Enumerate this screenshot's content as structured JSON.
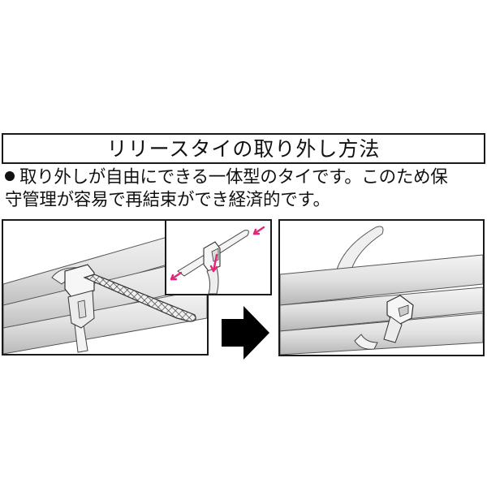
{
  "header": {
    "title": "リリースタイの取り外し方法"
  },
  "description": {
    "bullet_icon": "bullet-dot",
    "line1": "取り外しが自由にできる一体型のタイです。このため保",
    "line2": "守管理が容易で再結束ができ経済的です。"
  },
  "illustrations": {
    "before": {
      "label": "cable-tie-fastened-on-cables",
      "inset": "release-tab-pressed-detail",
      "arrow_color": "#e0287a"
    },
    "transition_icon": "right-arrow-icon",
    "after": {
      "label": "cable-tie-released-from-cables"
    }
  },
  "colors": {
    "border": "#1a1a1a",
    "accent_arrows": "#e0287a",
    "cable_light": "#eeeeee",
    "cable_shadow": "#b8b8b8"
  }
}
